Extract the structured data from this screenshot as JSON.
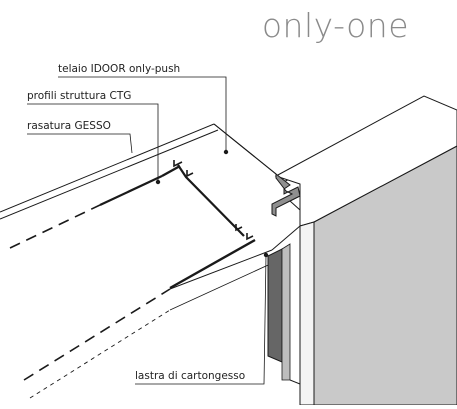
{
  "brand": "only-one",
  "labels": {
    "telaio": "telaio IDOOR only-push",
    "profili": "profili struttura CTG",
    "rasatura": "rasatura GESSO",
    "lastra": "lastra di cartongesso"
  },
  "colors": {
    "line": "#1a1a1a",
    "door_face": "#c9c9c9",
    "door_edge": "#f4f4f4",
    "door_dark": "#666666",
    "frame_profile": "#8f8f8f",
    "brand_text": "#8a8a8a"
  }
}
